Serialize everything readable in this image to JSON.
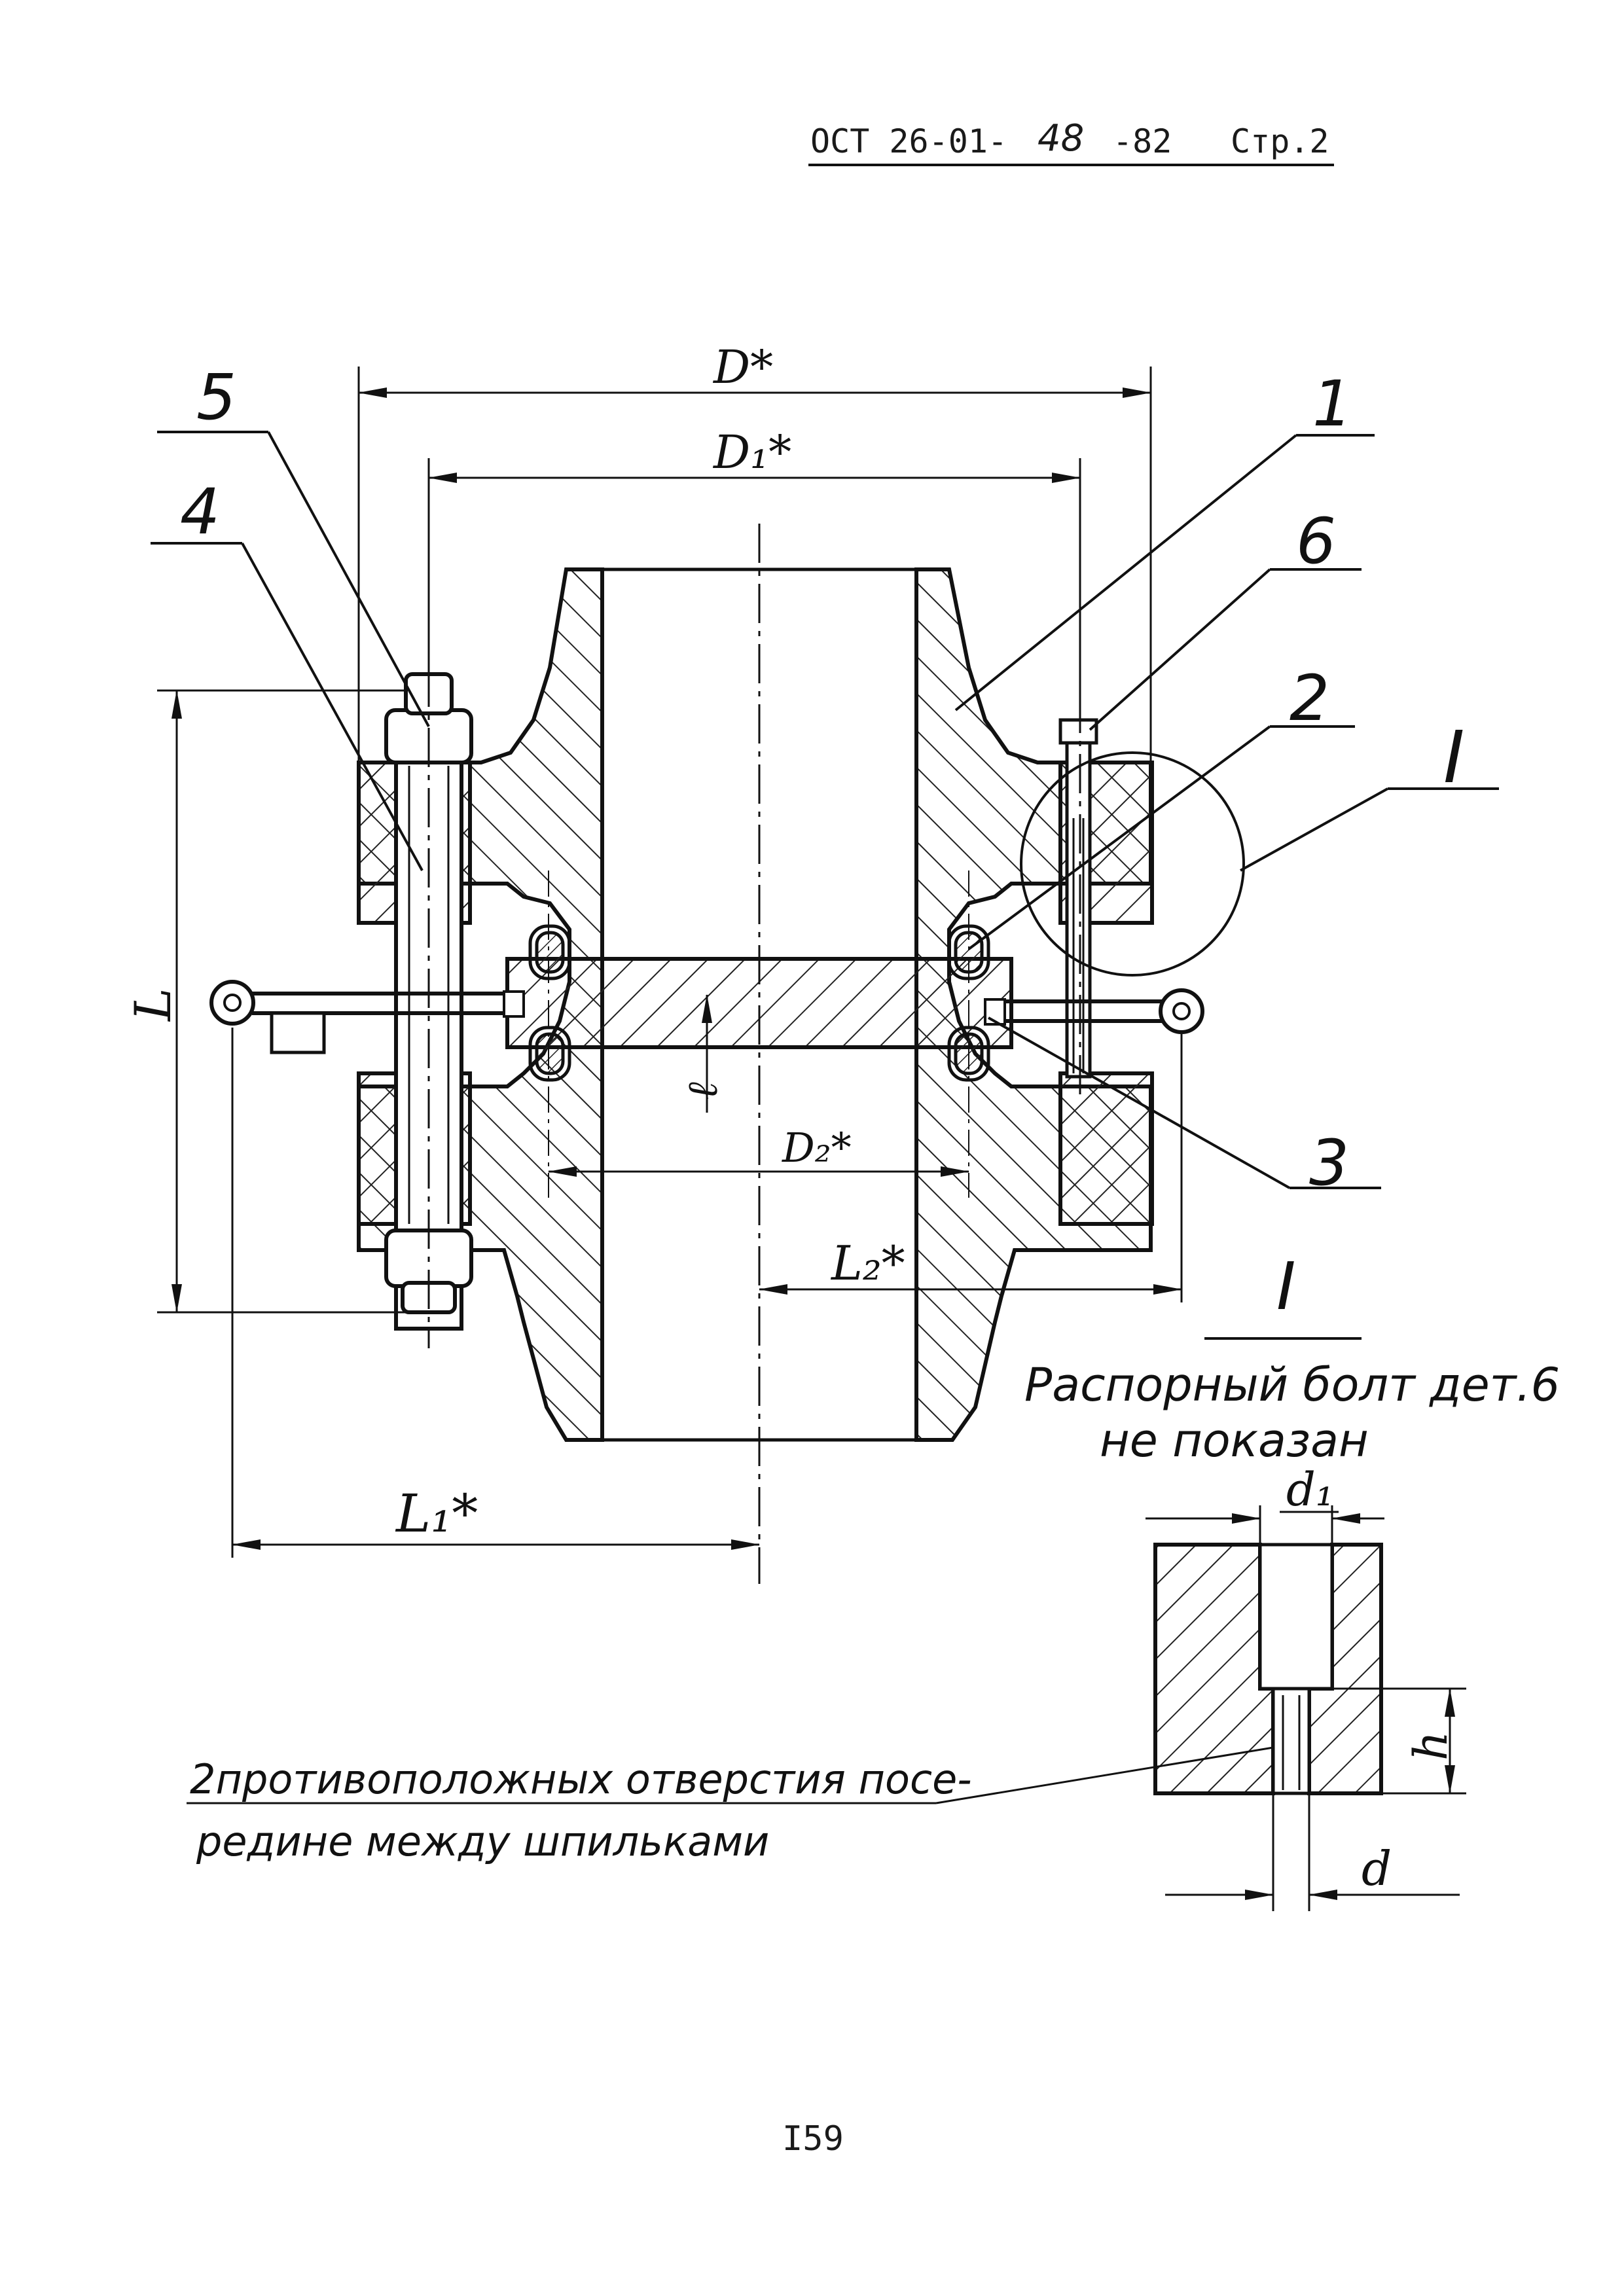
{
  "header": {
    "standard": "ОСТ 26-01-",
    "number": "48",
    "year": "-82",
    "page": "Стр.2"
  },
  "dimensions": {
    "D": "D*",
    "D1": "D₁*",
    "D2": "D₂*",
    "L": "L",
    "L1": "L₁*",
    "L2": "L₂*",
    "l": "ℓ",
    "d1": "d₁",
    "h": "h",
    "d": "d"
  },
  "callouts": {
    "part1": "1",
    "part2": "2",
    "part3": "3",
    "part4": "4",
    "part5": "5",
    "part6": "6",
    "detail": "I"
  },
  "detail_view": {
    "title": "I",
    "note_line1": "Распорный болт дет.6",
    "note_line2": "не показан"
  },
  "hole_note": {
    "line1": "2противоположных отверстия посе-",
    "line2": "редине между шпильками"
  },
  "footer": {
    "page_number": "I59"
  }
}
